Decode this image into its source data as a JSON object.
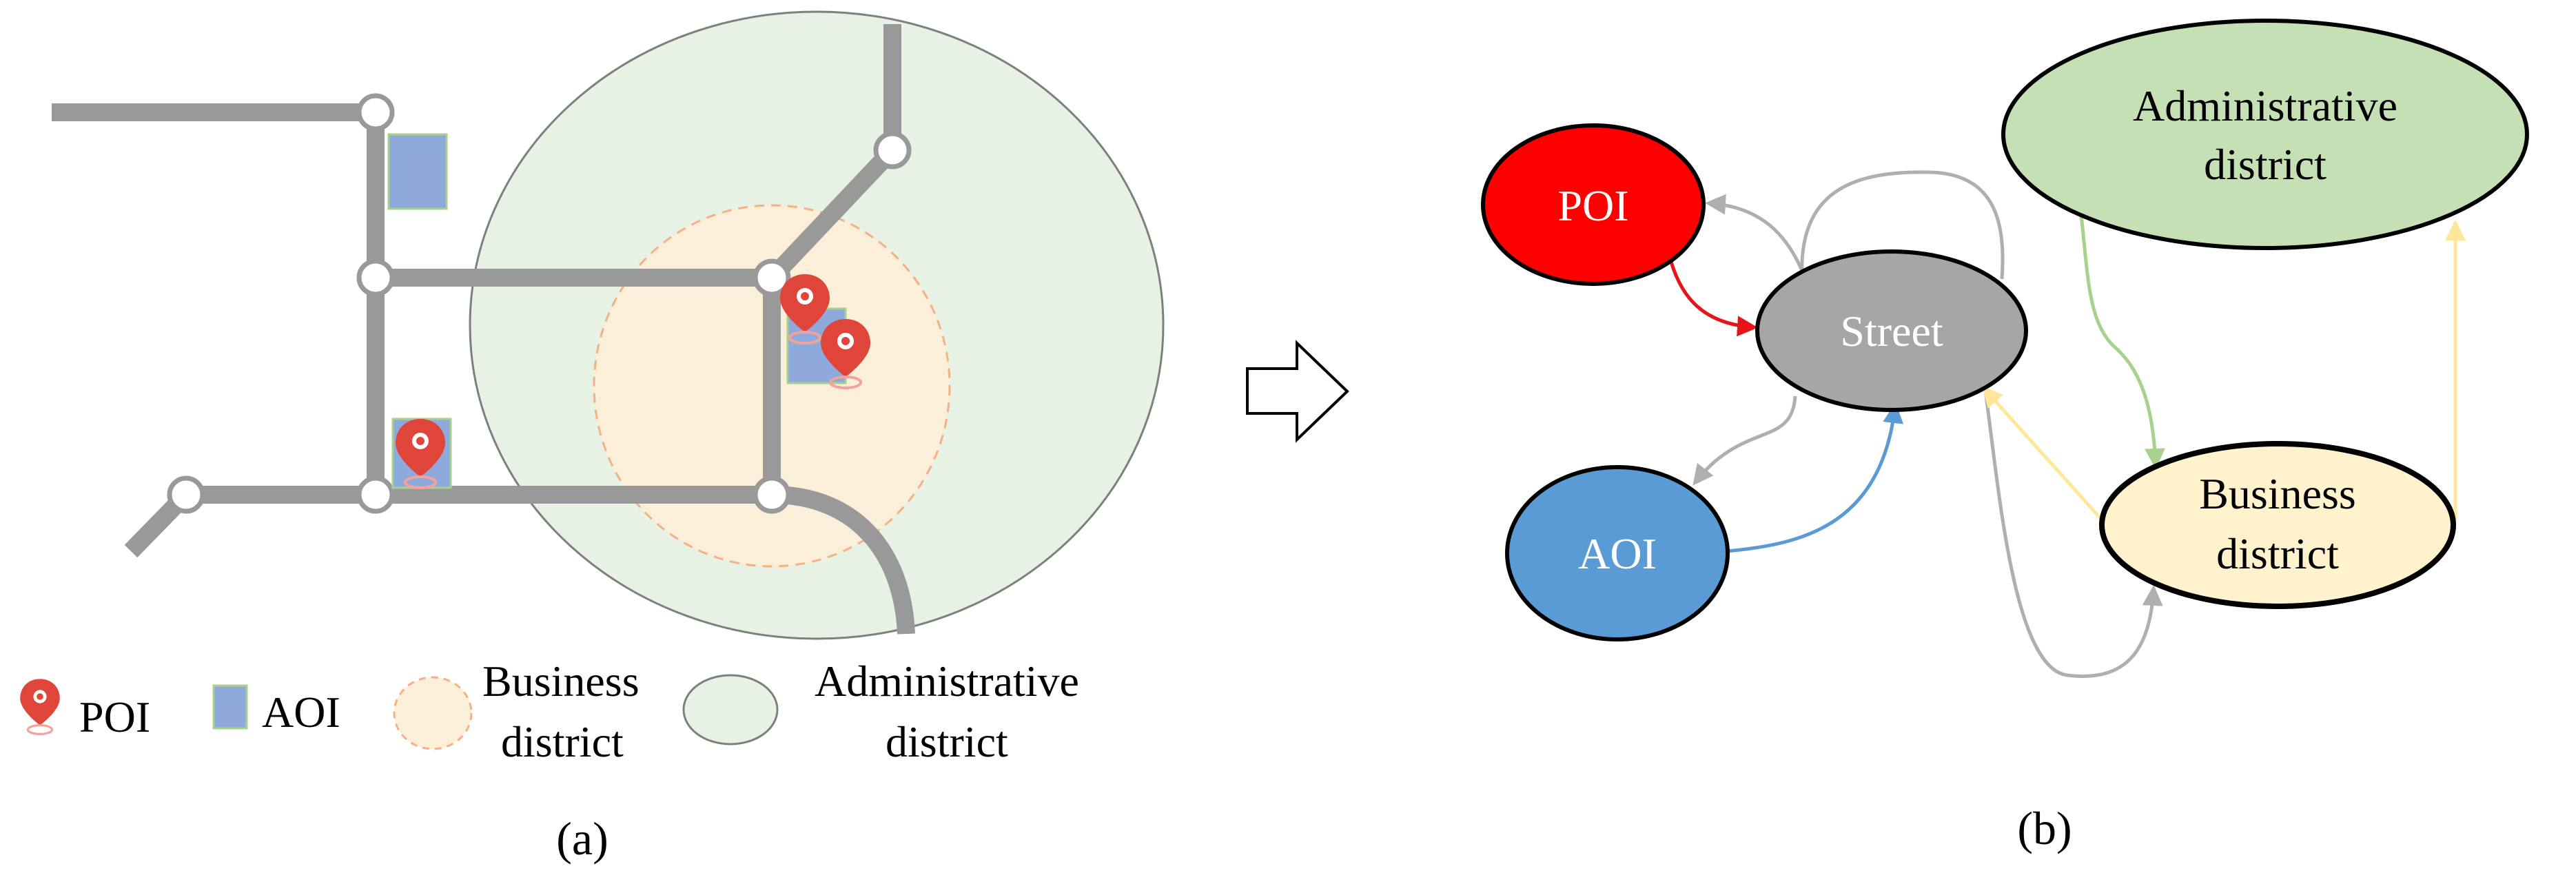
{
  "panel_a": {
    "caption": "(a)",
    "legend": {
      "poi": "POI",
      "aoi": "AOI",
      "business_line1": "Business",
      "business_line2": "district",
      "admin_line1": "Administrative",
      "admin_line2": "district"
    }
  },
  "panel_b": {
    "caption": "(b)",
    "nodes": {
      "poi": "POI",
      "street": "Street",
      "aoi": "AOI",
      "admin_line1": "Administrative",
      "admin_line2": "district",
      "business_line1": "Business",
      "business_line2": "district"
    }
  },
  "colors": {
    "road": "#999999",
    "aoi": "#8EA9DB",
    "poi_marker": "#E0453A",
    "business_fill": "#FBEFD9",
    "business_stroke": "#F4B183",
    "admin_fill": "#E8F2E4",
    "node_poi": "#FF0000",
    "node_street": "#A6A6A6",
    "node_aoi": "#5B9BD5",
    "node_admin": "#C5E0B4",
    "node_business": "#FFF2CC",
    "edge_red": "#E8141C",
    "edge_gray": "#AFAFAF",
    "edge_blue": "#5B9BD5",
    "edge_green": "#A9D18E",
    "edge_yellow": "#FFE699"
  }
}
